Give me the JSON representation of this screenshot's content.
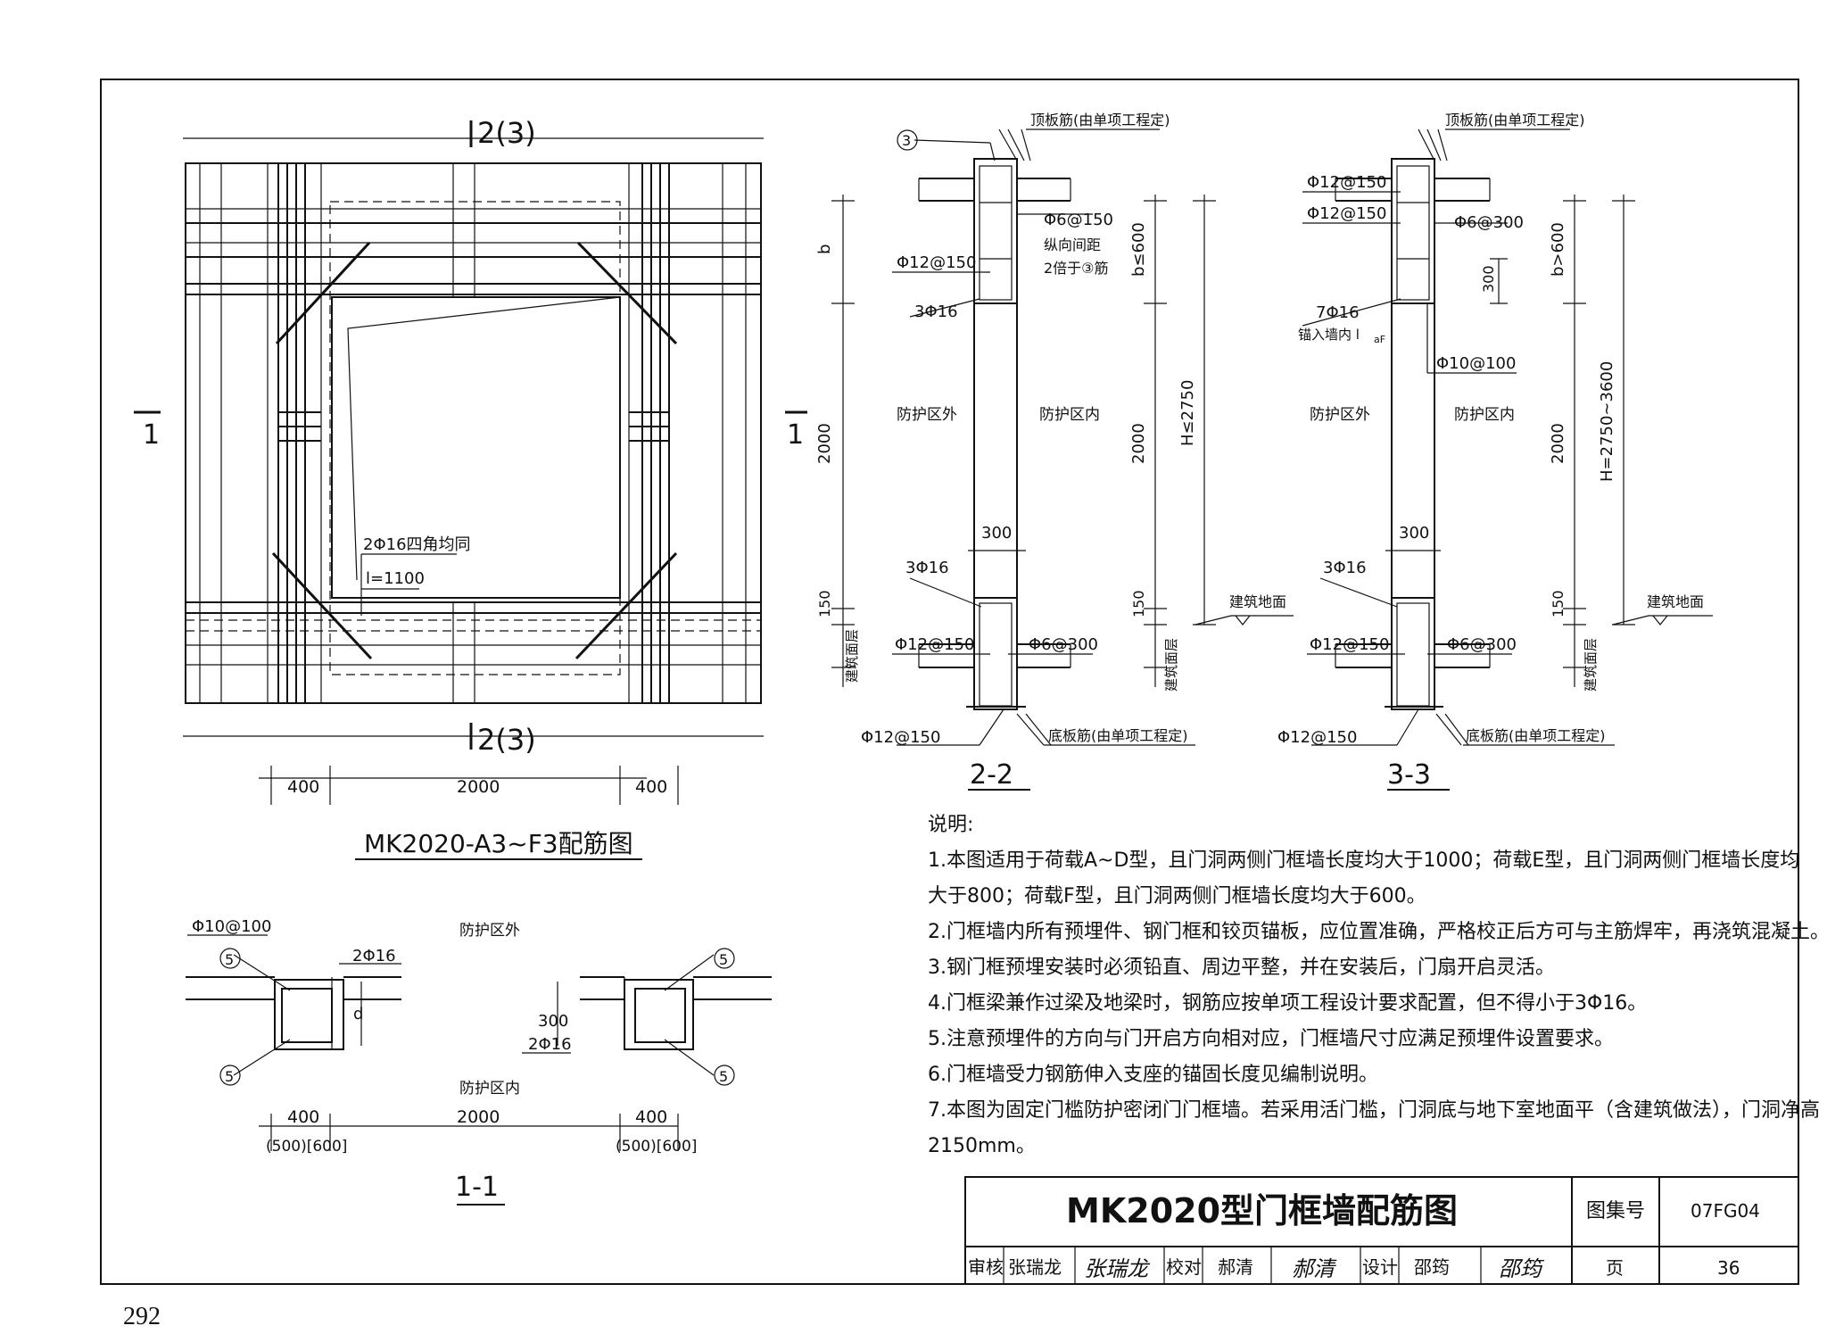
{
  "plan_view": {
    "section_mark_top": "2(3)",
    "section_mark_bottom": "2(3)",
    "section_mark_left": "1",
    "section_mark_right": "1",
    "corner_bar_label": "2Φ16四角均同",
    "corner_bar_length": "l=1100",
    "dims": [
      "400",
      "2000",
      "400"
    ],
    "title": "MK2020-A3~F3配筋图"
  },
  "section_1_1": {
    "outside_label": "防护区外",
    "inside_label": "防护区内",
    "stirrup": "Φ10@100",
    "top_bars": "2Φ16",
    "bottom_bars": "2Φ16",
    "markers": [
      "5",
      "5",
      "5",
      "5"
    ],
    "d_label": "d",
    "depth": "300",
    "dims": [
      "400",
      "2000",
      "400"
    ],
    "sub_dims_left": "(500)[600]",
    "sub_dims_right": "(500)[600]",
    "title": "1-1"
  },
  "section_2_2": {
    "top_note": "顶板筋(由单项工程定)",
    "marker": "3",
    "stirrup": "Φ6@150",
    "note_spacing": "纵向间距",
    "note_double": "2倍于③筋",
    "wall_bar": "Φ12@150",
    "beam_bars": "3Φ16",
    "outside": "防护区外",
    "inside": "防护区内",
    "dim_b": "b",
    "dim_b_cond": "b≤600",
    "dim_2000": "2000",
    "dim_h": "H≤2750",
    "dim_300": "300",
    "dim_150": "150",
    "bottom_beam_bars": "3Φ16",
    "bottom_wall_bar": "Φ12@150",
    "bottom_stirrup": "Φ6@300",
    "floor_layer": "建筑面层",
    "floor_level": "建筑地面",
    "bottom_slab_bar": "Φ12@150",
    "bottom_note": "底板筋(由单项工程定)",
    "title": "2-2"
  },
  "section_3_3": {
    "top_note": "顶板筋(由单项工程定)",
    "bar_a": "Φ12@150",
    "bar_b": "Φ12@150",
    "stirrup": "Φ6@300",
    "dim_300_v": "300",
    "anchor_bars": "7Φ16",
    "anchor_note": "锚入墙内 l",
    "anchor_sub": "aF",
    "wall_stirrup": "Φ10@100",
    "outside": "防护区外",
    "inside": "防护区内",
    "dim_b_cond": "b>600",
    "dim_2000": "2000",
    "dim_h": "H=2750~3600",
    "dim_300": "300",
    "dim_150": "150",
    "bottom_beam_bars": "3Φ16",
    "bottom_wall_bar": "Φ12@150",
    "bottom_stirrup": "Φ6@300",
    "floor_layer": "建筑面层",
    "floor_level": "建筑地面",
    "bottom_slab_bar": "Φ12@150",
    "bottom_note": "底板筋(由单项工程定)",
    "title": "3-3"
  },
  "notes": {
    "heading": "说明:",
    "lines": [
      "1.本图适用于荷载A~D型，且门洞两侧门框墙长度均大于1000；荷载E型，且门洞两侧门框墙长度均",
      "大于800；荷载F型，且门洞两侧门框墙长度均大于600。",
      "2.门框墙内所有预埋件、钢门框和铰页锚板，应位置准确，严格校正后方可与主筋焊牢，再浇筑混凝土。",
      "3.钢门框预埋安装时必须铅直、周边平整，并在安装后，门扇开启灵活。",
      "4.门框梁兼作过梁及地梁时，钢筋应按单项工程设计要求配置，但不得小于3Φ16。",
      "5.注意预埋件的方向与门开启方向相对应，门框墙尺寸应满足预埋件设置要求。",
      "6.门框墙受力钢筋伸入支座的锚固长度见编制说明。",
      "7.本图为固定门槛防护密闭门门框墙。若采用活门槛，门洞底与地下室地面平（含建筑做法），门洞净高",
      "2150mm。"
    ]
  },
  "title_block": {
    "title": "MK2020型门框墙配筋图",
    "atlas_label": "图集号",
    "atlas_no": "07FG04",
    "review_label": "审核",
    "reviewer": "张瑞龙",
    "reviewer_sig": "张瑞龙",
    "check_label": "校对",
    "checker": "郝清",
    "checker_sig": "郝清",
    "design_label": "设计",
    "designer": "邵筠",
    "designer_sig": "邵筠",
    "page_label": "页",
    "page_no": "36"
  },
  "page_number": "292"
}
